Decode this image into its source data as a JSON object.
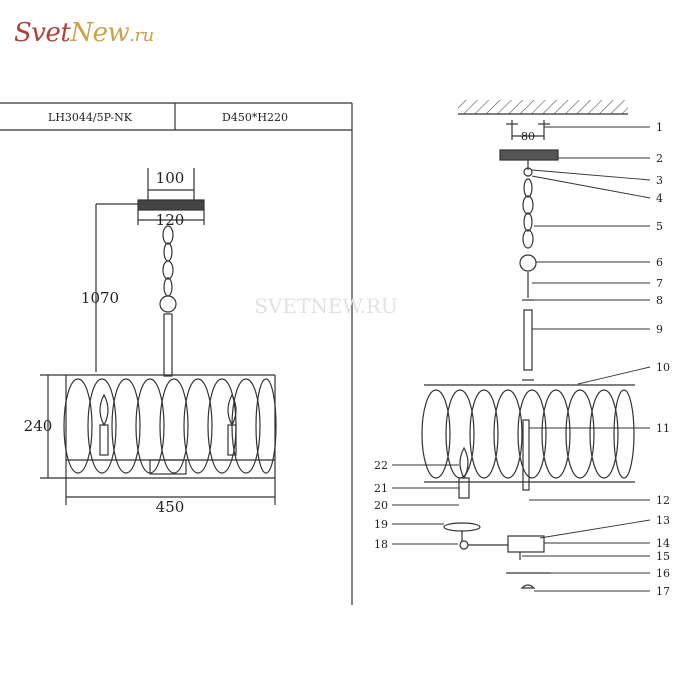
{
  "logo": {
    "part1": "Svet",
    "part2": "New",
    "part3": ".ru"
  },
  "header": {
    "model": "LH3044/5P-NK",
    "size": "D450*H220"
  },
  "watermark": "SVETNEW.RU",
  "dimensions": {
    "canopy_top": "100",
    "canopy_bottom": "120",
    "hanging_length": "1070",
    "height": "240",
    "width": "450",
    "mount_spacing": "80"
  },
  "parts": [
    "1",
    "2",
    "3",
    "4",
    "5",
    "6",
    "7",
    "8",
    "9",
    "10",
    "11",
    "12",
    "13",
    "14",
    "15",
    "16",
    "17",
    "18",
    "19",
    "20",
    "21",
    "22"
  ],
  "colors": {
    "line": "#333333",
    "logo_red": "#b0413a",
    "logo_gold": "#c9a24a"
  }
}
